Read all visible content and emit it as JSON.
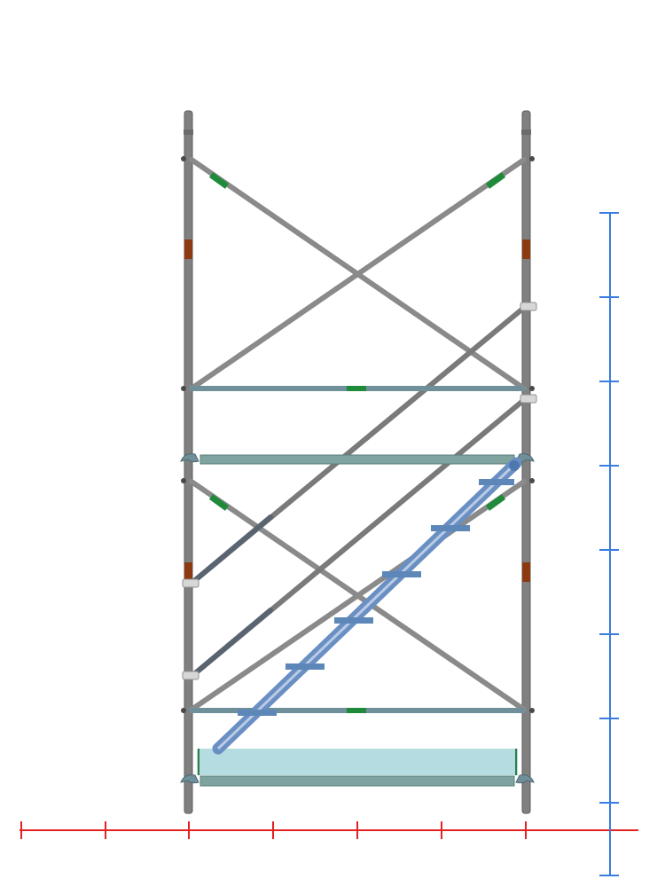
{
  "colors": {
    "background": "#ffffff",
    "post": "#808080",
    "post_dark": "#5e5e5e",
    "brace": "#8a8a8a",
    "ledger": "#6f8f9a",
    "green_band": "#1e8a3a",
    "brown_band": "#8b3a12",
    "platform": "#7fa39f",
    "platform_dark": "#5b7f7b",
    "deck_board": "#b5dce0",
    "deck_edge": "#2e7d4a",
    "stair_stringer": "#6a8fc2",
    "stair_tread": "#5d87b8",
    "dark_brace": "#5a6470",
    "horizontal_ruler": "#e52222",
    "vertical_ruler": "#3a7de0"
  },
  "icons": {
    "coupler": "clamp-icon",
    "platform_hook": "hook-icon"
  },
  "scaffold": {
    "frame_levels": 2,
    "platforms": 2,
    "stair": true
  },
  "rulers": {
    "horizontal_ticks": 8,
    "vertical_ticks": 9
  }
}
